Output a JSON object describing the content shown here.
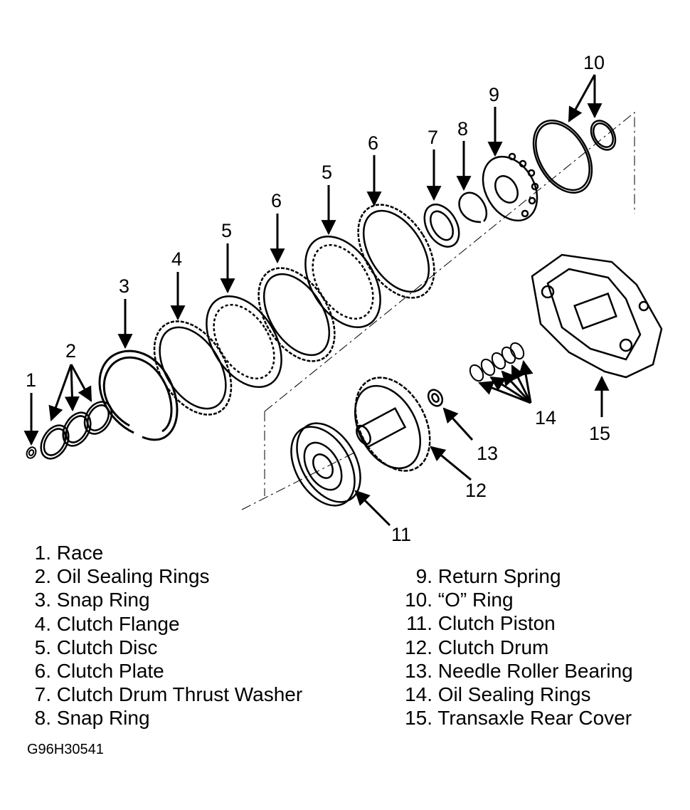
{
  "callouts": {
    "c1": "1",
    "c2": "2",
    "c3": "3",
    "c4": "4",
    "c5a": "5",
    "c5b": "5",
    "c6a": "6",
    "c6b": "6",
    "c7": "7",
    "c8": "8",
    "c9": "9",
    "c10": "10",
    "c11": "11",
    "c12": "12",
    "c13": "13",
    "c14": "14",
    "c15": "15"
  },
  "legend": {
    "left": [
      {
        "num": "1.",
        "label": "Race"
      },
      {
        "num": "2.",
        "label": "Oil Sealing Rings"
      },
      {
        "num": "3.",
        "label": "Snap Ring"
      },
      {
        "num": "4.",
        "label": "Clutch Flange"
      },
      {
        "num": "5.",
        "label": "Clutch Disc"
      },
      {
        "num": "6.",
        "label": "Clutch Plate"
      },
      {
        "num": "7.",
        "label": "Clutch Drum Thrust Washer"
      },
      {
        "num": "8.",
        "label": "Snap Ring"
      }
    ],
    "right": [
      {
        "num": "9.",
        "label": "Return Spring"
      },
      {
        "num": "10.",
        "label": "“O” Ring"
      },
      {
        "num": "11.",
        "label": "Clutch Piston"
      },
      {
        "num": "12.",
        "label": "Clutch Drum"
      },
      {
        "num": "13.",
        "label": "Needle Roller Bearing"
      },
      {
        "num": "14.",
        "label": "Oil Sealing Rings"
      },
      {
        "num": "15.",
        "label": "Transaxle Rear Cover"
      }
    ]
  },
  "figure_id": "G96H30541",
  "colors": {
    "ink": "#000000",
    "background": "#ffffff"
  }
}
